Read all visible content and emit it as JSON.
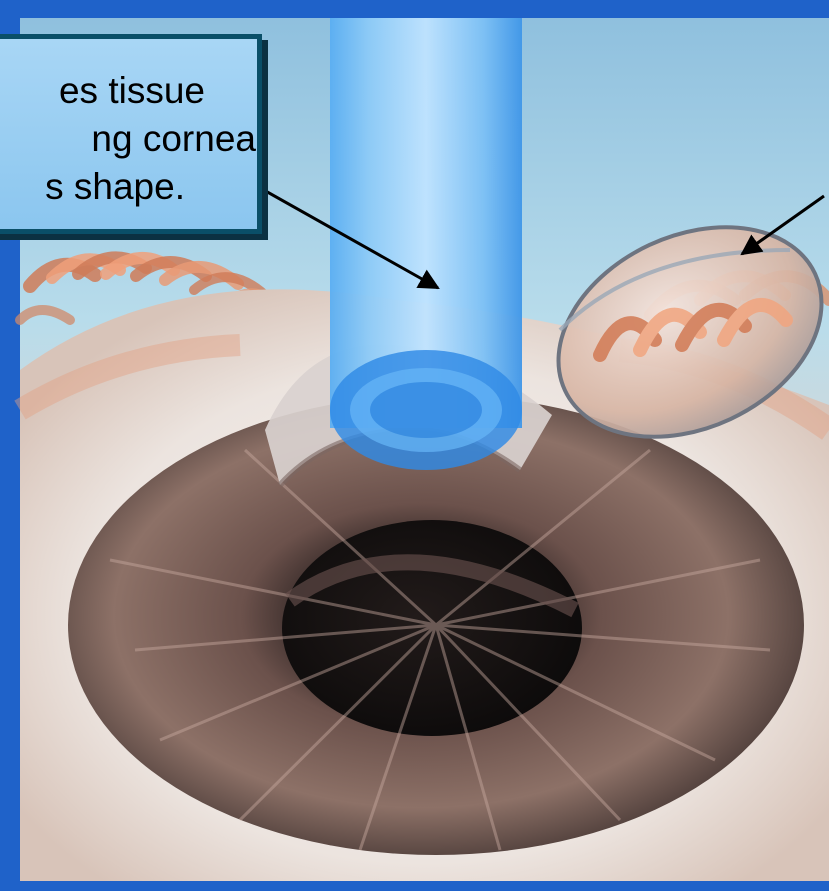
{
  "callout": {
    "lines": [
      "es tissue",
      "ng cornea",
      "s shape."
    ]
  },
  "colors": {
    "frame": "#1f62c9",
    "callout_fill": "#9fd1f3",
    "callout_border": "#0a4f68",
    "laser_blue": "#4ea7ef",
    "iris_brown": "#6b514b",
    "skin": "#d49e7f"
  }
}
